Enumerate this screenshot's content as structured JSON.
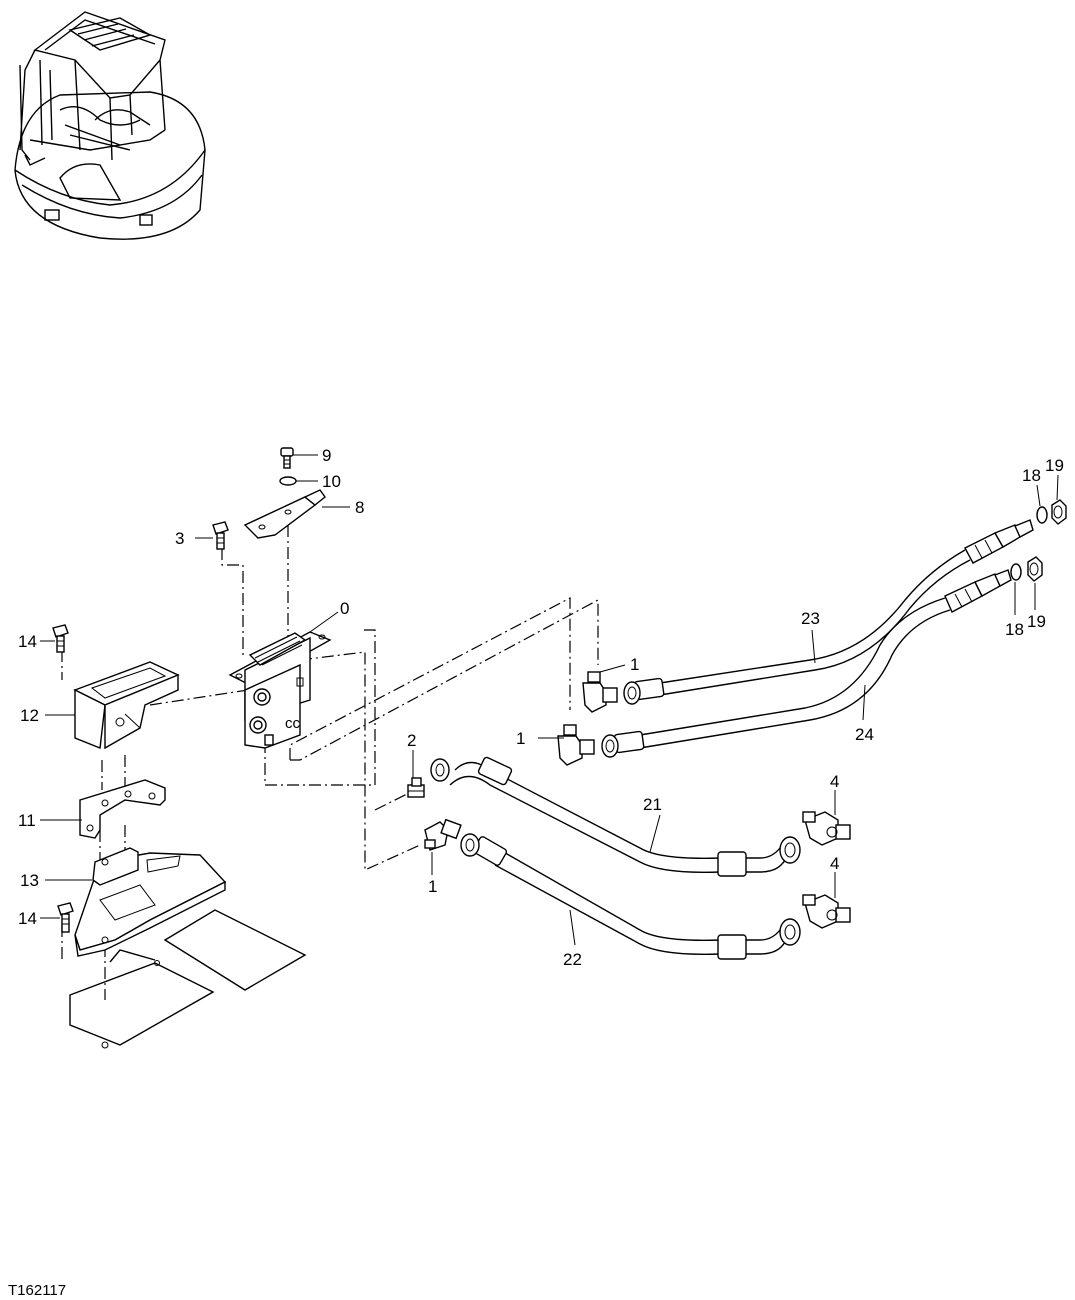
{
  "figure_id": "T162117",
  "callouts": {
    "c0": "0",
    "c1a": "1",
    "c1b": "1",
    "c1c": "1",
    "c2": "2",
    "c3": "3",
    "c4a": "4",
    "c4b": "4",
    "c8": "8",
    "c9": "9",
    "c10": "10",
    "c11": "11",
    "c12": "12",
    "c13": "13",
    "c14a": "14",
    "c14b": "14",
    "c18a": "18",
    "c18b": "18",
    "c19a": "19",
    "c19b": "19",
    "c21": "21",
    "c22": "22",
    "c23": "23",
    "c24": "24"
  }
}
